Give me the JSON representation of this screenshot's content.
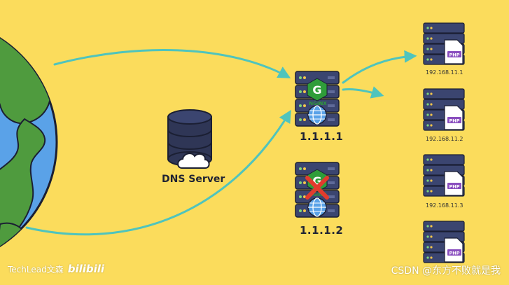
{
  "nodes": {
    "dns_server": {
      "label": "DNS Server"
    },
    "nginx_primary": {
      "ip": "1.1.1.1",
      "brand_text": "NGINX",
      "status": "online"
    },
    "nginx_secondary": {
      "ip": "1.1.1.2",
      "brand_text": "NGINX",
      "status": "failed"
    }
  },
  "backend_servers": [
    {
      "ip": "192.168.11.1",
      "badge": "PHP"
    },
    {
      "ip": "192.168.11.2",
      "badge": "PHP"
    },
    {
      "ip": "192.168.11.3",
      "badge": "PHP"
    },
    {
      "ip": "",
      "badge": "PHP"
    }
  ],
  "watermarks": {
    "left_author": "TechLead文森",
    "left_platform": "bilibili",
    "right": "CSDN @东方不败就是我"
  },
  "colors": {
    "background": "#fbdc5c",
    "earth_ocean": "#5aa2e8",
    "earth_land": "#4f9b3e",
    "arrow": "#4fc4bd",
    "server_body": "#3b4570",
    "nginx_green": "#2f9d3a",
    "php_purple": "#8a4fbf",
    "fail_red": "#e23b2e"
  },
  "icons": [
    "earth-globe-icon",
    "database-icon",
    "cloud-icon",
    "server-rack-icon",
    "globe-network-icon",
    "nginx-logo-icon",
    "php-file-icon",
    "cross-fail-icon"
  ]
}
